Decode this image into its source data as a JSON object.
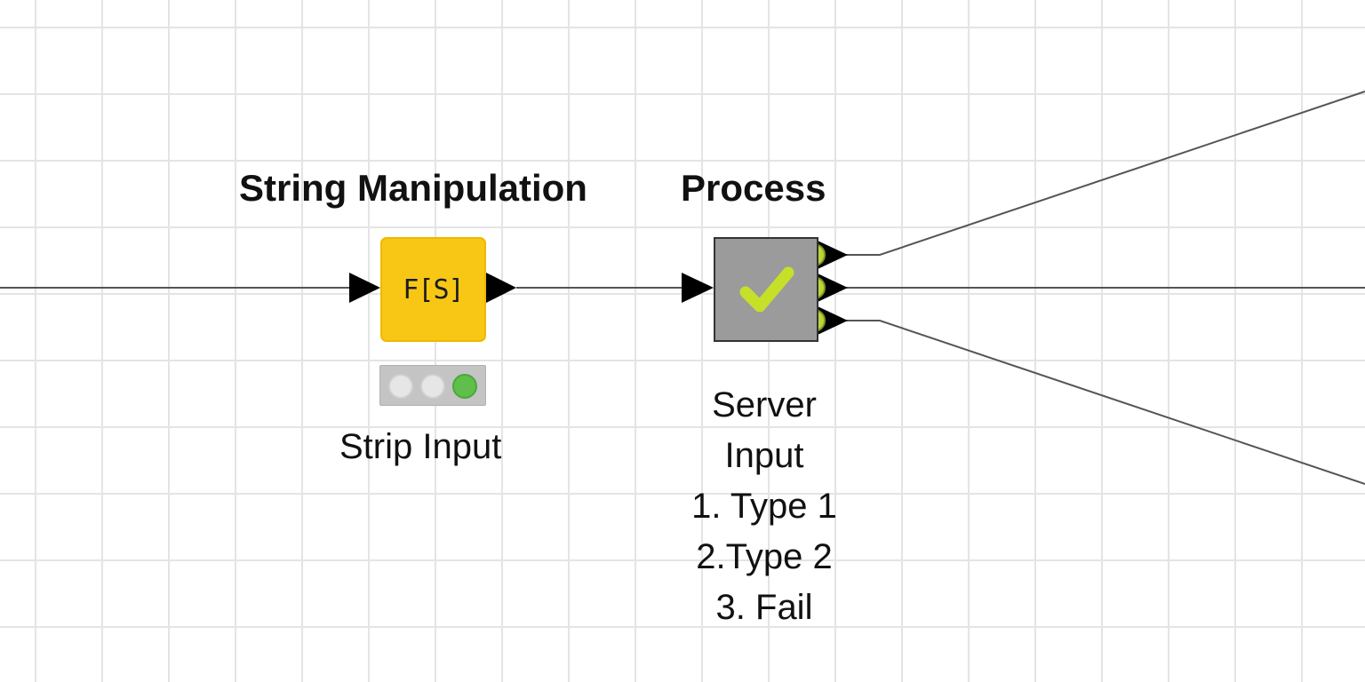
{
  "canvas": {
    "grid_color": "#e4e4e4"
  },
  "nodes": {
    "string_manipulation": {
      "title": "String Manipulation",
      "icon_text": "F[S]",
      "icon": "string-manipulation-icon",
      "color": "#f8c716",
      "status": [
        "off",
        "off",
        "green"
      ],
      "label": "Strip Input"
    },
    "process": {
      "title": "Process",
      "icon": "checkmark-icon",
      "color": "#9b9b9b",
      "output_ports": 3,
      "label_lines": [
        "Server",
        "Input",
        "1. Type 1",
        "2.Type 2",
        "3. Fail"
      ]
    }
  },
  "colors": {
    "port_green": "#b8d63a",
    "check_green": "#c6e02a",
    "connection": "#555555"
  }
}
